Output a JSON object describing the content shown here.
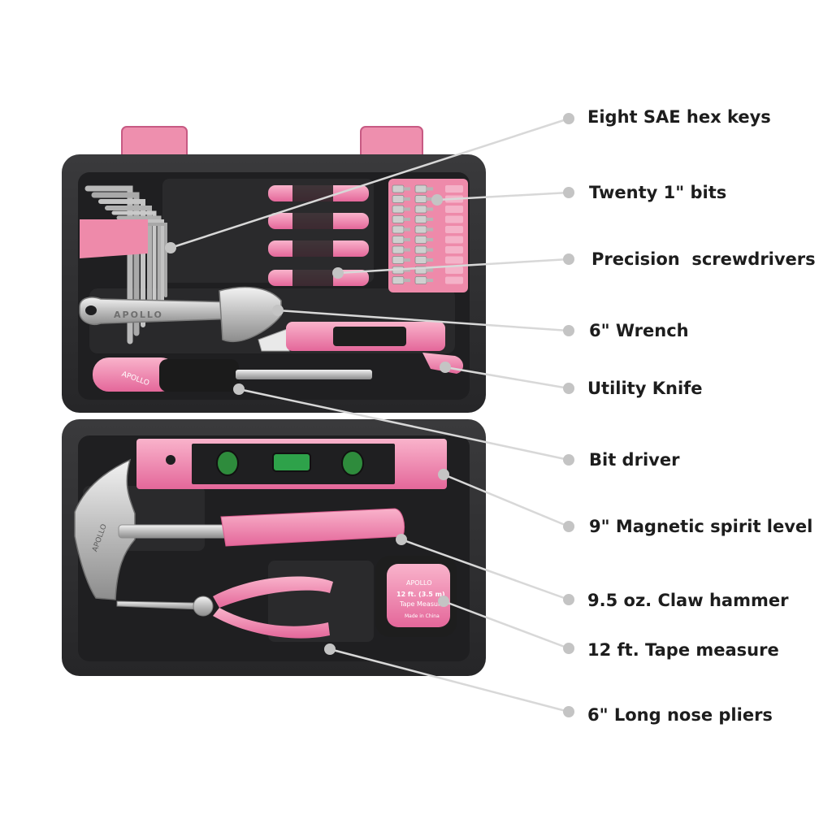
{
  "callouts": [
    {
      "id": "hex-keys",
      "label": "Eight SAE hex keys"
    },
    {
      "id": "bits",
      "label": "Twenty 1\" bits"
    },
    {
      "id": "precision-screwdrivers",
      "label": "Precision  screwdrivers"
    },
    {
      "id": "wrench",
      "label": "6\" Wrench"
    },
    {
      "id": "utility-knife",
      "label": "Utility Knife"
    },
    {
      "id": "bit-driver",
      "label": "Bit driver"
    },
    {
      "id": "spirit-level",
      "label": "9\" Magnetic spirit level"
    },
    {
      "id": "claw-hammer",
      "label": "9.5 oz. Claw hammer"
    },
    {
      "id": "tape-measure",
      "label": "12 ft. Tape measure"
    },
    {
      "id": "pliers",
      "label": "6\" Long nose pliers"
    }
  ],
  "printed_text": {
    "wrench_brand": "APOLLO",
    "driver_brand": "APOLLO",
    "hammer_brand": "APOLLO",
    "tape_brand": "APOLLO",
    "tape_size": "12 ft. (3.5 m)",
    "tape_name": "Tape Measure",
    "tape_origin": "Made in China"
  },
  "colors": {
    "case": "#2b2b2d",
    "case_tray": "#1f1f21",
    "pink": "#f07fa6",
    "pink_light": "#f6a6c0",
    "steel": "#c9c9c9",
    "callout_line": "#d8d8d8",
    "callout_dot": "#c4c4c4",
    "label_text": "#1d1d1d"
  }
}
